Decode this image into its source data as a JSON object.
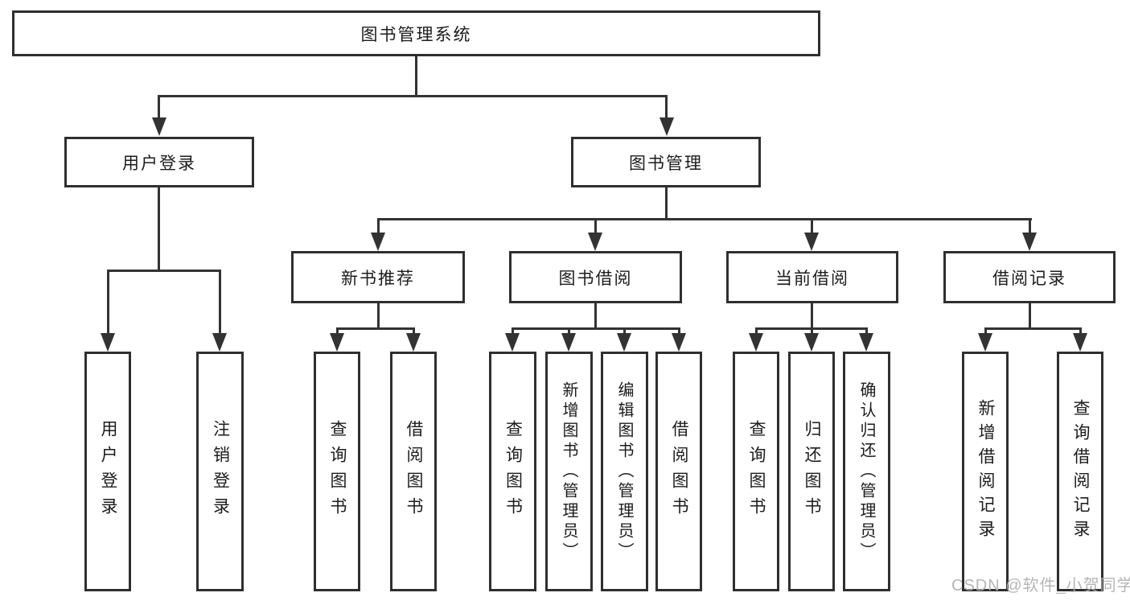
{
  "tree": {
    "root": {
      "label": "图书管理系统",
      "children": [
        {
          "label": "用户登录",
          "children": [
            {
              "label": "用户登录"
            },
            {
              "label": "注销登录"
            }
          ]
        },
        {
          "label": "图书管理",
          "children": [
            {
              "label": "新书推荐",
              "children": [
                {
                  "label": "查询图书"
                },
                {
                  "label": "借阅图书"
                }
              ]
            },
            {
              "label": "图书借阅",
              "children": [
                {
                  "label": "查询图书"
                },
                {
                  "label": "新增图书（管理员）"
                },
                {
                  "label": "编辑图书（管理员）"
                },
                {
                  "label": "借阅图书"
                }
              ]
            },
            {
              "label": "当前借阅",
              "children": [
                {
                  "label": "查询图书"
                },
                {
                  "label": "归还图书"
                },
                {
                  "label": "确认归还（管理员）"
                }
              ]
            },
            {
              "label": "借阅记录",
              "children": [
                {
                  "label": "新增借阅记录"
                },
                {
                  "label": "查询借阅记录"
                }
              ]
            }
          ]
        }
      ]
    }
  },
  "watermark": {
    "text": "CSDN @软件_小贺同学"
  },
  "colors": {
    "line": "#333333",
    "box_border": "#2f2f2f",
    "text": "#1c1c1c",
    "background": "#ffffff",
    "watermark": "#b0b0b0"
  }
}
